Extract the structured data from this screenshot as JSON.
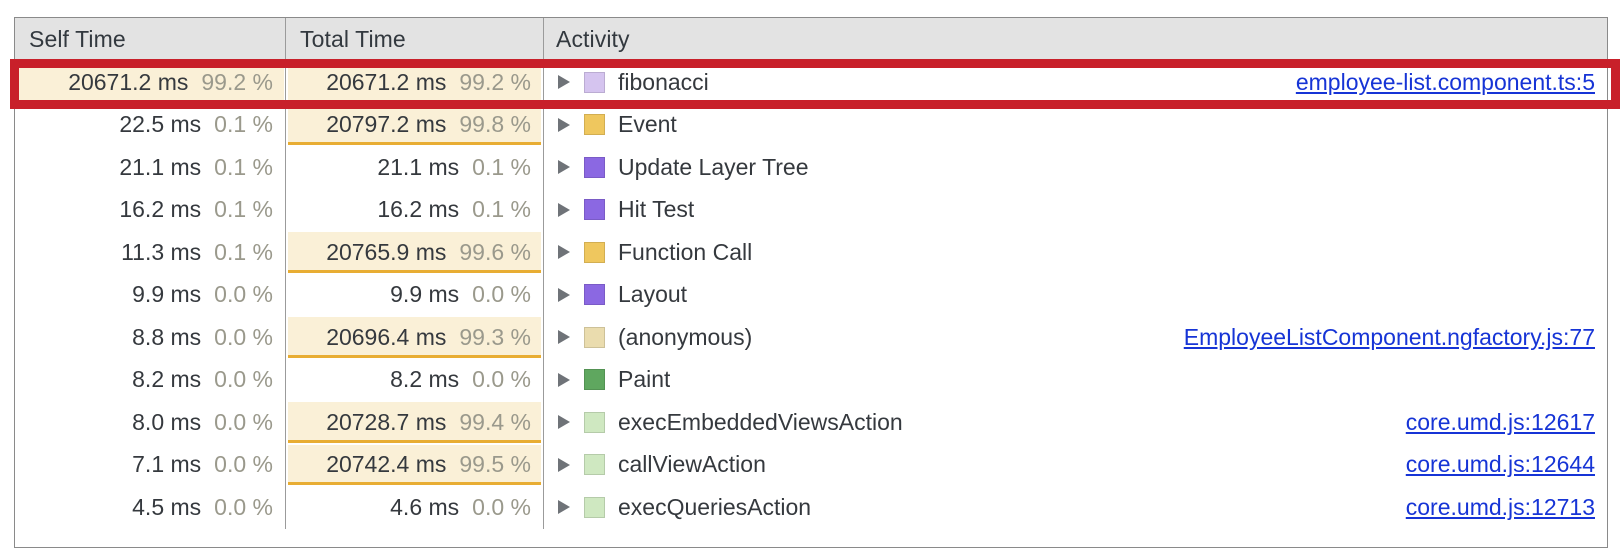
{
  "table": {
    "columns": [
      {
        "key": "self_time",
        "label": "Self Time"
      },
      {
        "key": "total_time",
        "label": "Total Time"
      },
      {
        "key": "activity",
        "label": "Activity"
      }
    ],
    "rows": [
      {
        "self_ms": "20671.2 ms",
        "self_pct": "99.2 %",
        "self_highlight": true,
        "self_bar_pct": 99.2,
        "total_ms": "20671.2 ms",
        "total_pct": "99.2 %",
        "total_highlight": true,
        "total_bar_pct": 99.2,
        "activity": "fibonacci",
        "swatch_color": "#d5c4ef",
        "swatch_name": "activity-color-swatch-scripting-light-purple",
        "source": "employee-list.component.ts:5",
        "selected": true
      },
      {
        "self_ms": "22.5 ms",
        "self_pct": "0.1 %",
        "self_highlight": false,
        "self_bar_pct": 0.1,
        "total_ms": "20797.2 ms",
        "total_pct": "99.8 %",
        "total_highlight": true,
        "total_bar_pct": 99.8,
        "activity": "Event",
        "swatch_color": "#efc75e",
        "swatch_name": "activity-color-swatch-scripting-yellow",
        "source": "",
        "selected": false
      },
      {
        "self_ms": "21.1 ms",
        "self_pct": "0.1 %",
        "self_highlight": false,
        "self_bar_pct": 0.1,
        "total_ms": "21.1 ms",
        "total_pct": "0.1 %",
        "total_highlight": false,
        "total_bar_pct": 0.1,
        "activity": "Update Layer Tree",
        "swatch_color": "#8b68e2",
        "swatch_name": "activity-color-swatch-rendering-purple",
        "source": "",
        "selected": false
      },
      {
        "self_ms": "16.2 ms",
        "self_pct": "0.1 %",
        "self_highlight": false,
        "self_bar_pct": 0.1,
        "total_ms": "16.2 ms",
        "total_pct": "0.1 %",
        "total_highlight": false,
        "total_bar_pct": 0.1,
        "activity": "Hit Test",
        "swatch_color": "#8b68e2",
        "swatch_name": "activity-color-swatch-rendering-purple",
        "source": "",
        "selected": false
      },
      {
        "self_ms": "11.3 ms",
        "self_pct": "0.1 %",
        "self_highlight": false,
        "self_bar_pct": 0.1,
        "total_ms": "20765.9 ms",
        "total_pct": "99.6 %",
        "total_highlight": true,
        "total_bar_pct": 99.6,
        "activity": "Function Call",
        "swatch_color": "#efc75e",
        "swatch_name": "activity-color-swatch-scripting-yellow",
        "source": "",
        "selected": false
      },
      {
        "self_ms": "9.9 ms",
        "self_pct": "0.0 %",
        "self_highlight": false,
        "self_bar_pct": 0.0,
        "total_ms": "9.9 ms",
        "total_pct": "0.0 %",
        "total_highlight": false,
        "total_bar_pct": 0.0,
        "activity": "Layout",
        "swatch_color": "#8b68e2",
        "swatch_name": "activity-color-swatch-rendering-purple",
        "source": "",
        "selected": false
      },
      {
        "self_ms": "8.8 ms",
        "self_pct": "0.0 %",
        "self_highlight": false,
        "self_bar_pct": 0.0,
        "total_ms": "20696.4 ms",
        "total_pct": "99.3 %",
        "total_highlight": true,
        "total_bar_pct": 99.3,
        "activity": "(anonymous)",
        "swatch_color": "#eadcae",
        "swatch_name": "activity-color-swatch-scripting-light-yellow",
        "source": "EmployeeListComponent.ngfactory.js:77",
        "selected": false
      },
      {
        "self_ms": "8.2 ms",
        "self_pct": "0.0 %",
        "self_highlight": false,
        "self_bar_pct": 0.0,
        "total_ms": "8.2 ms",
        "total_pct": "0.0 %",
        "total_highlight": false,
        "total_bar_pct": 0.0,
        "activity": "Paint",
        "swatch_color": "#5fa75f",
        "swatch_name": "activity-color-swatch-painting-green",
        "source": "",
        "selected": false
      },
      {
        "self_ms": "8.0 ms",
        "self_pct": "0.0 %",
        "self_highlight": false,
        "self_bar_pct": 0.0,
        "total_ms": "20728.7 ms",
        "total_pct": "99.4 %",
        "total_highlight": true,
        "total_bar_pct": 99.4,
        "activity": "execEmbeddedViewsAction",
        "swatch_color": "#cfe8c1",
        "swatch_name": "activity-color-swatch-painting-light-green",
        "source": "core.umd.js:12617",
        "selected": false
      },
      {
        "self_ms": "7.1 ms",
        "self_pct": "0.0 %",
        "self_highlight": false,
        "self_bar_pct": 0.0,
        "total_ms": "20742.4 ms",
        "total_pct": "99.5 %",
        "total_highlight": true,
        "total_bar_pct": 99.5,
        "activity": "callViewAction",
        "swatch_color": "#cfe8c1",
        "swatch_name": "activity-color-swatch-painting-light-green",
        "source": "core.umd.js:12644",
        "selected": false
      },
      {
        "self_ms": "4.5 ms",
        "self_pct": "0.0 %",
        "self_highlight": false,
        "self_bar_pct": 0.0,
        "total_ms": "4.6 ms",
        "total_pct": "0.0 %",
        "total_highlight": false,
        "total_bar_pct": 0.0,
        "activity": "execQueriesAction",
        "swatch_color": "#cfe8c1",
        "swatch_name": "activity-color-swatch-painting-light-green",
        "source": "core.umd.js:12713",
        "selected": false
      }
    ]
  },
  "annotation": {
    "highlight_color": "#c8202a",
    "target_row_activity": "fibonacci"
  },
  "colors": {
    "header_bg": "#e3e3e3",
    "highlight_cell_bg": "#faf0d7",
    "highlight_bar": "#e8ad33",
    "link": "#1634d6",
    "text": "#35393e",
    "percent_text": "#9a998c"
  }
}
